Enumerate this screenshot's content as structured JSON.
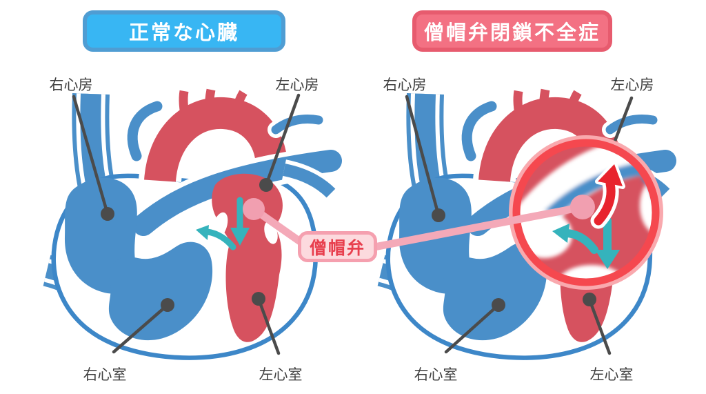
{
  "header_left": {
    "label": "正常な心臓"
  },
  "header_right": {
    "label": "僧帽弁閉鎖不全症"
  },
  "mitral_box": {
    "label": "僧帽弁"
  },
  "hearts": {
    "left": {
      "condition": "normal",
      "labels": {
        "right_atrium": "右心房",
        "left_atrium": "左心房",
        "right_ventricle": "右心室",
        "left_ventricle": "左心室"
      }
    },
    "right": {
      "condition": "mitral-regurgitation",
      "labels": {
        "right_atrium": "右心房",
        "left_atrium": "左心房",
        "right_ventricle": "右心室",
        "left_ventricle": "左心室"
      }
    }
  },
  "colors": {
    "venous_blue": "#4a8fc9",
    "outline_blue": "#3d87c8",
    "arterial_red": "#d6525f",
    "flow_teal": "#35b3bc",
    "regurgitation_red": "#e8232d",
    "callout_gray": "#4b4b4b",
    "pink_connector": "#f4a9b8",
    "pink_dot": "#f19fb0",
    "magnifier_ring": "#f5484f",
    "header_blue_fill": "#38b6f3",
    "header_blue_border": "#4f9dd3",
    "header_red_fill": "#f37183",
    "header_red_border": "#e75b6e",
    "mitral_box_fill": "#fcdade",
    "mitral_box_border": "#f5a0af",
    "mitral_box_text": "#e83f4e"
  }
}
